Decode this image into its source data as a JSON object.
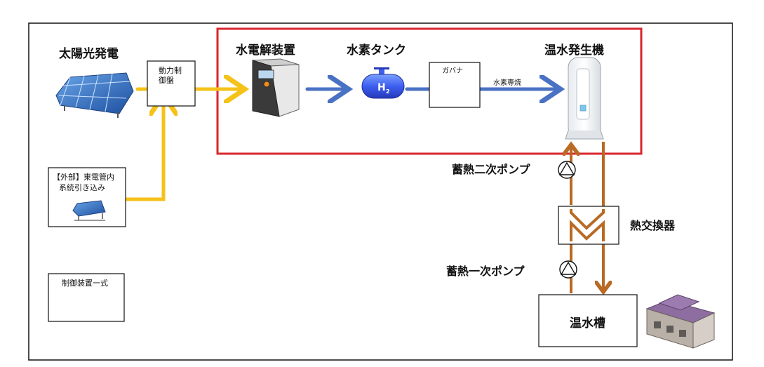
{
  "labels": {
    "solar": "太陽光発電",
    "power_control": [
      "動力制",
      "御盤"
    ],
    "grid_intake": [
      "【外部】東電管内",
      "系統引き込み"
    ],
    "control_set": "制御装置一式",
    "electrolyzer": "水電解装置",
    "h2_tank": "水素タンク",
    "h2_badge": "H",
    "h2_sub": "2",
    "governor": "ガバナ",
    "h2_combustion": "水素専焼",
    "water_heater": "温水発生機",
    "secondary_pump": "蓄熱二次ポンプ",
    "heat_exchanger": "熱交換器",
    "primary_pump": "蓄熱一次ポンプ",
    "hot_water_tank": "温水槽"
  },
  "colors": {
    "power_line": "#f5c21a",
    "hydrogen_line": "#4a72c4",
    "heat_line": "#b96a24",
    "highlight_box": "#d8262e",
    "frame": "#111111"
  }
}
